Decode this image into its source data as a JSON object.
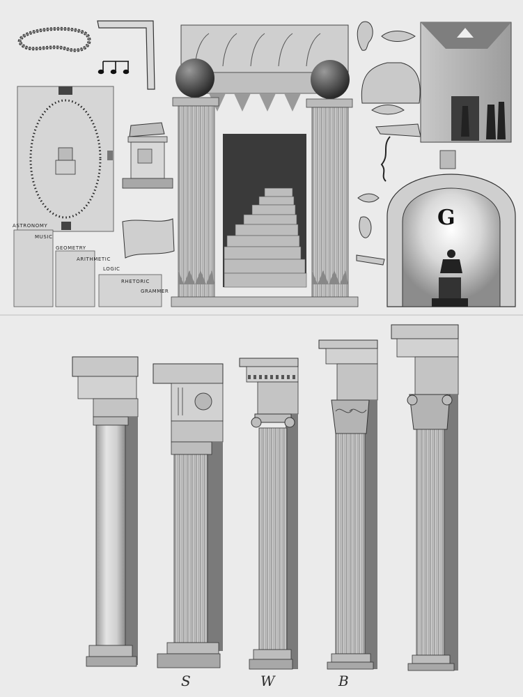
{
  "plate": {
    "step_labels": [
      "ASTRONOMY",
      "MUSIC",
      "GEOMETRY",
      "ARITHMETIC",
      "LOGIC",
      "RHETORIC",
      "GRAMMER"
    ],
    "g_letter": "G",
    "column_letters": [
      "S",
      "W",
      "B"
    ]
  },
  "colors": {
    "paper": "#ebebeb",
    "ink": "#222222",
    "stone": "#cfcfcf",
    "shadow": "#6f6f6f"
  }
}
